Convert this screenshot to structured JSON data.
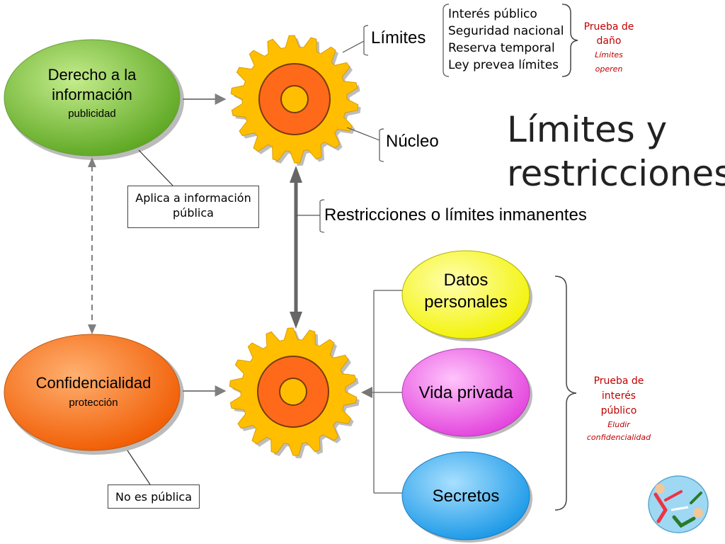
{
  "title": [
    "Límites y",
    "restricciones"
  ],
  "derecho": {
    "title": [
      "Derecho a la",
      "información"
    ],
    "subtitle": "publicidad"
  },
  "confidencialidad": {
    "title": "Confidencialidad",
    "subtitle": "protección"
  },
  "aplica_box": [
    "Aplica a información",
    "pública"
  ],
  "no_publica_box": "No es pública",
  "limites_label": "Límites",
  "nucleo_label": "Núcleo",
  "restricciones_label": "Restricciones o límites inmanentes",
  "limits_list": [
    "Interés público",
    "Seguridad nacional",
    "Reserva temporal",
    "Ley prevea límites"
  ],
  "prueba_dano": {
    "title": [
      "Prueba de",
      "daño"
    ],
    "note": [
      "Límites",
      "operen"
    ]
  },
  "categories": [
    "Datos personales",
    "Vida privada",
    "Secretos"
  ],
  "datos_lines": [
    "Datos",
    "personales"
  ],
  "prueba_interes": {
    "title": [
      "Prueba de",
      "interés",
      "público"
    ],
    "note": [
      "Eludir",
      "confidencialidad"
    ]
  },
  "colors": {
    "green": "#8ccf3c",
    "orange": "#ff7a1a",
    "yellow": "#ffff33",
    "pink": "#f46cf0",
    "blue": "#3fb3f5",
    "gear": "#ffbf00",
    "gear_inner": "#ff6a1a",
    "red_text": "#c00000"
  }
}
